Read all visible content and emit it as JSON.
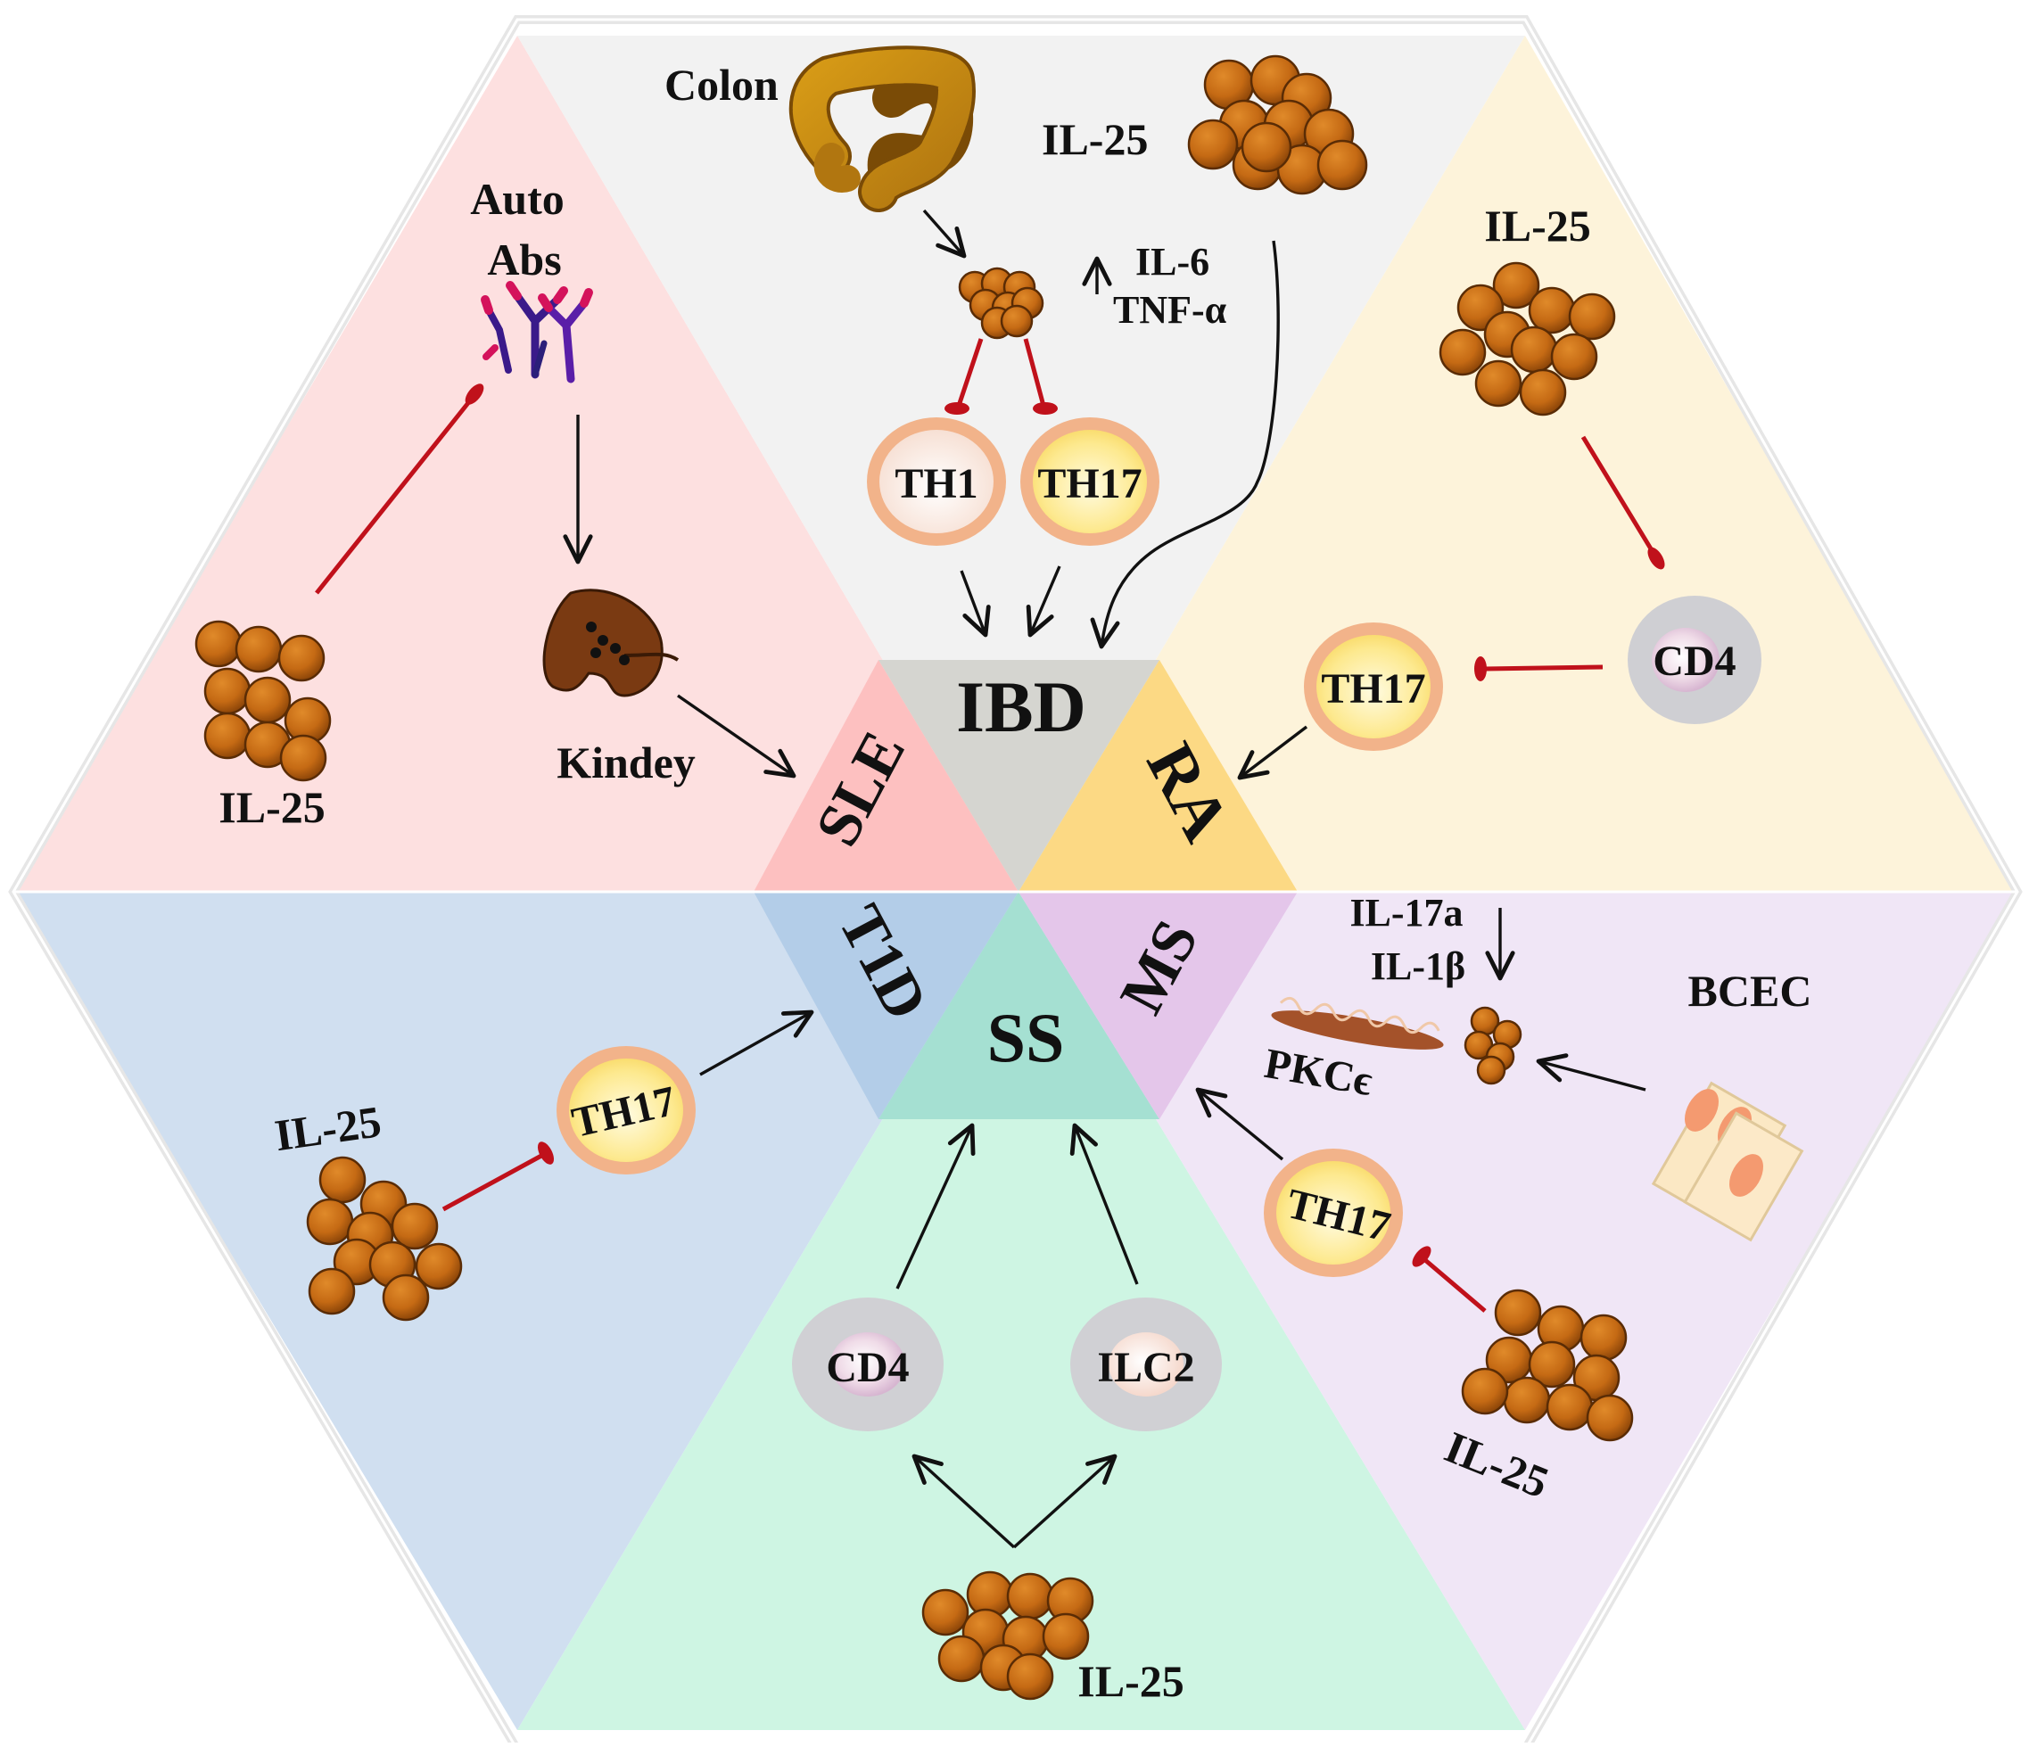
{
  "diagram": {
    "center_labels": {
      "ibd": "IBD",
      "sle": "SLE",
      "ra": "RA",
      "t1d": "T1D",
      "ms": "MS",
      "ss": "SS"
    },
    "ibd": {
      "colon": "Colon",
      "il25": "IL-25",
      "il6": "IL-6",
      "tnf": "TNF-α",
      "th1": "TH1",
      "th17": "TH17"
    },
    "sle": {
      "auto": "Auto",
      "abs": "Abs",
      "kidney": "Kindey",
      "il25": "IL-25"
    },
    "ra": {
      "il25": "IL-25",
      "cd4": "CD4",
      "th17": "TH17"
    },
    "t1d": {
      "il25": "IL-25",
      "th17": "TH17"
    },
    "ms": {
      "il17a": "IL-17a",
      "il1b": "IL-1β",
      "pkc": "PKCϵ",
      "bcec": "BCEC",
      "th17": "TH17",
      "il25": "IL-25"
    },
    "ss": {
      "cd4": "CD4",
      "ilc2": "ILC2",
      "il25": "IL-25"
    },
    "colors": {
      "sle_bg": "#fde0e0",
      "ibd_bg": "#f2f2f2",
      "ra_bg": "#fdf3da",
      "t1d_bg": "#d0dff0",
      "ss_bg": "#cef5e3",
      "ms_bg": "#f0e6f6",
      "inhibit": "#c0111b",
      "cytokine": "#c76a12"
    }
  }
}
